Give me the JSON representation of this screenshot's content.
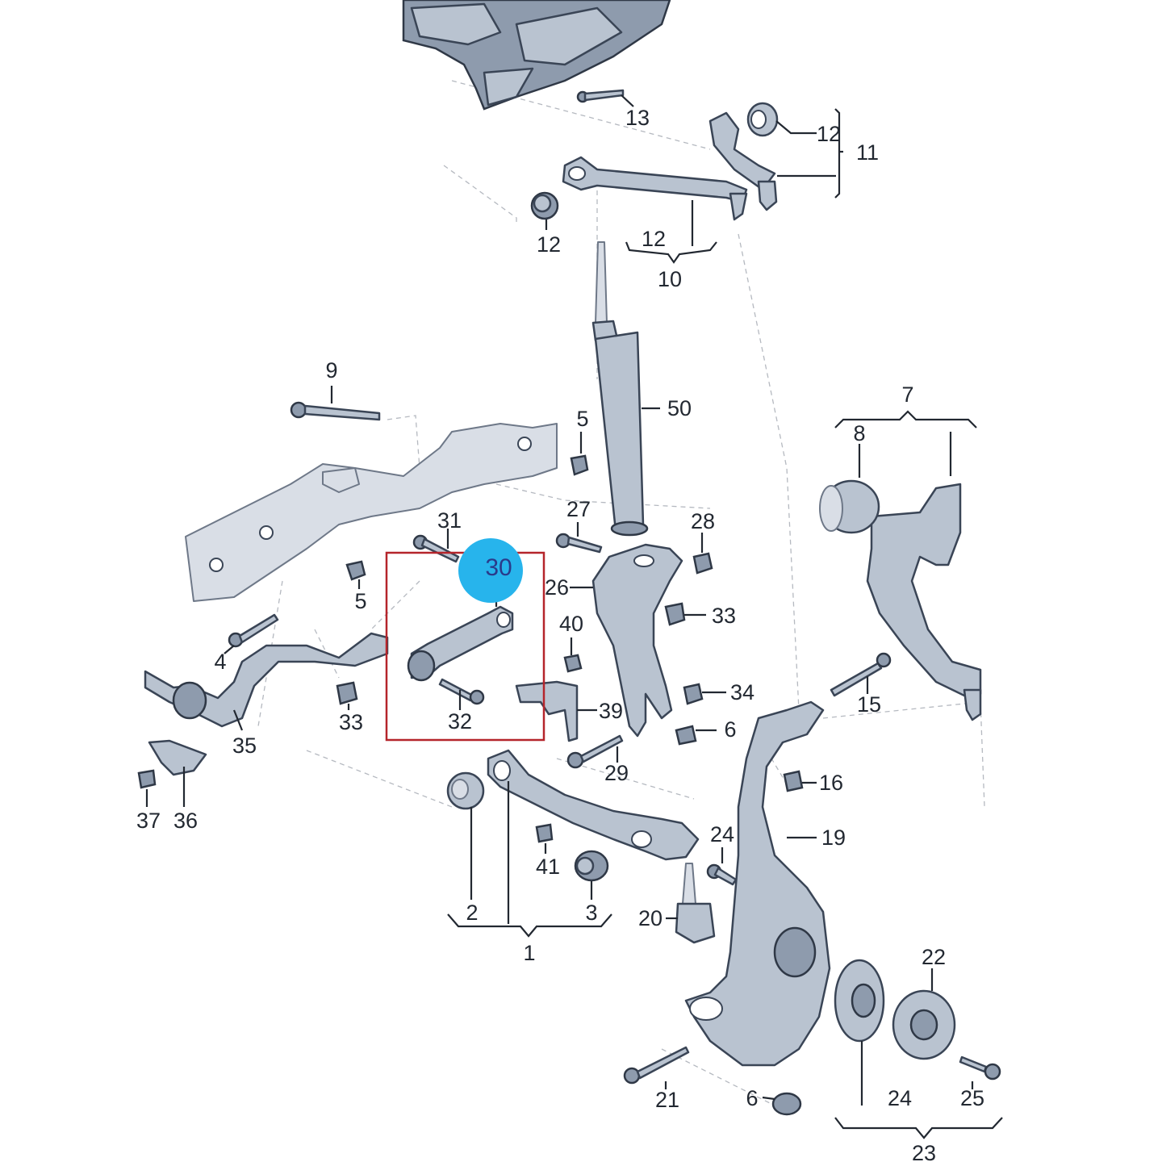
{
  "callouts": {
    "c1": "1",
    "c2": "2",
    "c3": "3",
    "c4": "4",
    "c5a": "5",
    "c5b": "5",
    "c6a": "6",
    "c6b": "6",
    "c7": "7",
    "c8": "8",
    "c9": "9",
    "c10": "10",
    "c11": "11",
    "c12a": "12",
    "c12b": "12",
    "c12c": "12",
    "c13": "13",
    "c15": "15",
    "c16": "16",
    "c19": "19",
    "c20": "20",
    "c21": "21",
    "c22": "22",
    "c23": "23",
    "c24a": "24",
    "c24b": "24",
    "c25": "25",
    "c26": "26",
    "c27": "27",
    "c28": "28",
    "c29": "29",
    "c30": "30",
    "c31": "31",
    "c32": "32",
    "c33a": "33",
    "c33b": "33",
    "c34": "34",
    "c35": "35",
    "c36": "36",
    "c37": "37",
    "c39": "39",
    "c40": "40",
    "c41": "41",
    "c50": "50"
  },
  "highlight": {
    "part": "30",
    "box_color": "#b5252b",
    "marker_color": "#27b4ec"
  },
  "colors": {
    "part_fill": "#b9c3d0",
    "part_stroke": "#3a4556",
    "leader": "#222831"
  }
}
